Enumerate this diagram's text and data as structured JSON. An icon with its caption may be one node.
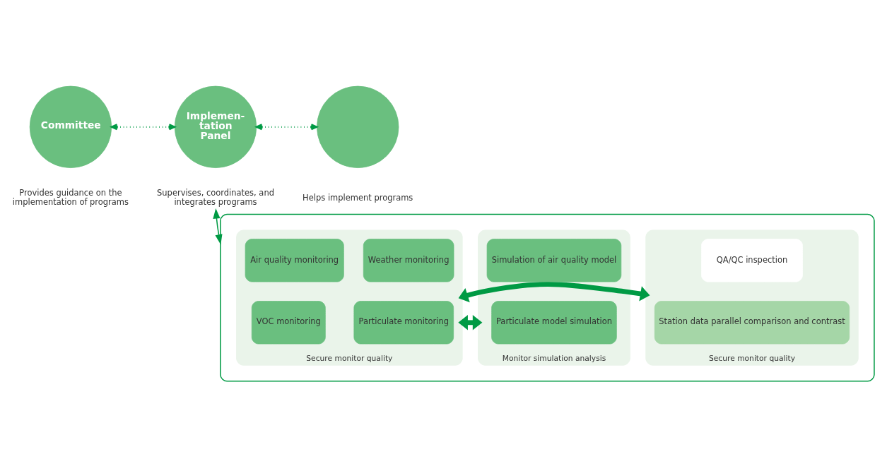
{
  "diagram": {
    "nodes": [
      {
        "text": [
          "Committee"
        ],
        "beside": [
          "Provides guidance on the implementation of programs"
        ]
      },
      {
        "text": [
          "Implemen- tation Panel"
        ],
        "beside": [
          "Supervises, coordinates, and integrates programs"
        ]
      },
      {
        "text": [],
        "shape": "circle",
        "beside": [
          "Helps implement programs"
        ]
      },
      {
        "text": [],
        "shape": "box"
      },
      {
        "text": [],
        "shape": "box",
        "in": 3,
        "beside": [
          "Secure monitor quality"
        ]
      },
      {
        "text": [
          "QA/QC inspection"
        ],
        "in": 4
      },
      {
        "text": [
          "Station data parallel comparison and contrast"
        ],
        "in": 4
      },
      {
        "text": [],
        "shape": "box",
        "in": 3,
        "beside": [
          "Secure monitor quality"
        ]
      },
      {
        "text": [
          "Air quality monitoring"
        ],
        "in": 7
      },
      {
        "text": [
          "Weather monitoring"
        ],
        "in": 7
      },
      {
        "text": [
          "VOC monitoring"
        ],
        "in": 7
      },
      {
        "text": [
          "Particulate monitoring"
        ],
        "in": 7
      },
      {
        "text": [],
        "shape": "box",
        "in": 3,
        "beside": [
          "Monitor simulation analysis"
        ]
      },
      {
        "text": [
          "Simulation of air quality model"
        ],
        "in": 12
      },
      {
        "text": [
          "Particulate model simulation"
        ],
        "in": 12
      }
    ],
    "edges": [
      {
        "from": 0,
        "to": 1,
        "arrow": "both",
        "style": "dashed"
      },
      {
        "from": 1,
        "to": 2,
        "arrow": "both",
        "style": "dashed"
      },
      {
        "from": 1,
        "to": 3,
        "arrow": "both"
      },
      {
        "from": 4,
        "to": 7,
        "arrow": "both",
        "style": "thick"
      },
      {
        "from": 7,
        "to": 12,
        "arrow": "both",
        "style": "thick"
      }
    ]
  }
}
